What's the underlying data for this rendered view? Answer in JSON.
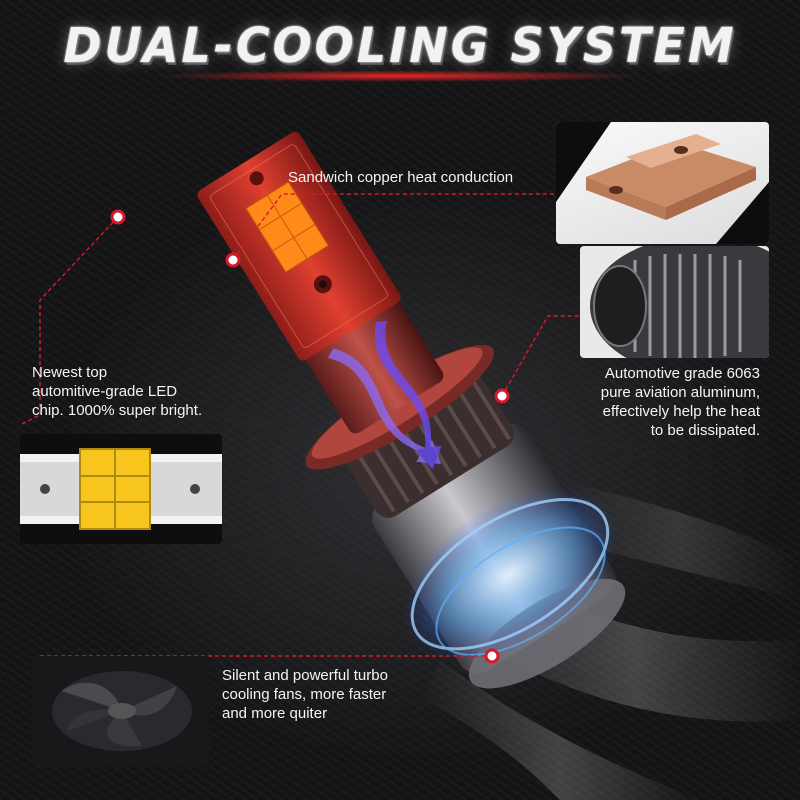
{
  "title": "DUAL-COOLING SYSTEM",
  "callouts": {
    "copper": {
      "lines": [
        "Sandwich copper heat conduction"
      ]
    },
    "chip": {
      "lines": [
        "Newest top",
        "automitive-grade LED",
        "chip. 1000% super bright."
      ]
    },
    "aluminum": {
      "lines": [
        "Automotive grade 6063",
        "pure aviation aluminum,",
        "effectively help the heat",
        "to be dissipated."
      ]
    },
    "fan": {
      "lines": [
        "Silent and powerful turbo",
        "cooling fans, more faster",
        "and more quiter"
      ]
    }
  },
  "colors": {
    "accent": "#d8192a",
    "text": "#f4f4f4",
    "copper": "#d9a07a",
    "chip": "#f7c51e"
  }
}
